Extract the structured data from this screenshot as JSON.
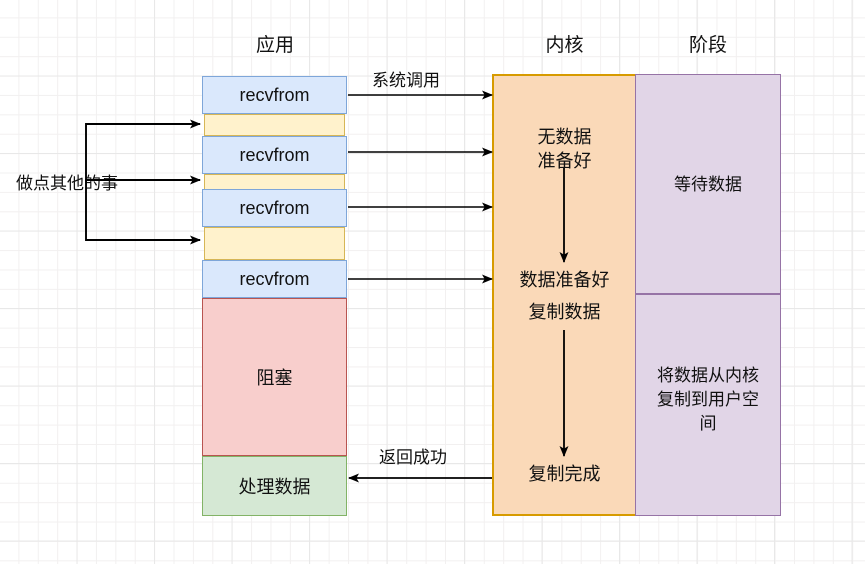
{
  "diagram": {
    "title_columns": [
      {
        "key": "app",
        "label": "应用"
      },
      {
        "key": "kernel",
        "label": "内核"
      },
      {
        "key": "stage",
        "label": "阶段"
      }
    ],
    "app_column": {
      "calls": [
        {
          "label": "recvfrom"
        },
        {
          "label": "recvfrom"
        },
        {
          "label": "recvfrom"
        },
        {
          "label": "recvfrom"
        }
      ],
      "idle_label": "",
      "blocked_label": "阻塞",
      "process_label": "处理数据"
    },
    "kernel_column": {
      "no_data_label": "无数据\n准备好",
      "data_ready_label": "数据准备好",
      "copy_data_label": "复制数据",
      "copy_done_label": "复制完成"
    },
    "stage_column": {
      "wait_label": "等待数据",
      "copy_label": "将数据从内核\n复制到用户空\n间"
    },
    "annotations": {
      "syscall_label": "系统调用",
      "do_other_label": "做点其他的事",
      "return_ok_label": "返回成功"
    },
    "colors": {
      "recv_fill": "#dae8fc",
      "recv_stroke": "#7ea6d9",
      "idle_fill": "#fff2cc",
      "idle_stroke": "#d6b656",
      "block_fill": "#f8cecc",
      "block_stroke": "#b85450",
      "process_fill": "#d5e8d4",
      "process_stroke": "#82b366",
      "kernel_fill": "#fad9b8",
      "kernel_stroke": "#d79b00",
      "stage_fill": "#e1d5e7",
      "stage_stroke": "#9673a6",
      "arrow": "#000000",
      "grid": "#e8e8e8"
    }
  }
}
